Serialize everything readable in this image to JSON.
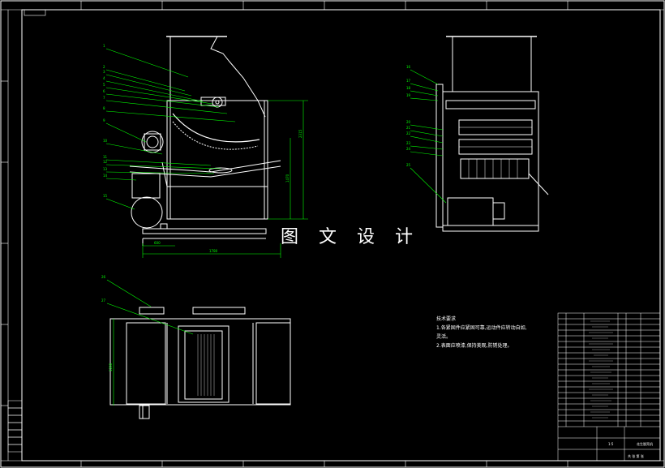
{
  "drawing": {
    "watermark": "图 文 设 计",
    "technical_notes": {
      "title": "技术要求",
      "lines": [
        "1.各紧固件应紧固可靠,运动件应转动自如,",
        "   灵活。",
        "2.表面应喷漆,保持美观,防锈处理。"
      ]
    },
    "title_block": {
      "drawing_name": "花生脱壳机",
      "scale": "1:5",
      "sheet": "共 张  第 张"
    },
    "colors": {
      "background": "#000000",
      "border": "#ffffff",
      "part_lines": "#ffffff",
      "leader_lines": "#00ff00",
      "dimension_lines": "#00ff00",
      "hatch": "#ffffff"
    },
    "leader_labels": {
      "front_view": [
        "1",
        "2",
        "3",
        "4",
        "5",
        "6",
        "7",
        "8",
        "9",
        "10",
        "11",
        "12",
        "13",
        "14",
        "15"
      ],
      "side_view": [
        "16",
        "17",
        "18",
        "19",
        "20",
        "21",
        "22",
        "23",
        "24",
        "25"
      ],
      "plan_view": [
        "26",
        "27"
      ]
    },
    "dimensions": {
      "front_height": "2315",
      "front_lower_height": "1470",
      "front_width": "1780",
      "front_base": "600",
      "plan_depth": "1200"
    }
  }
}
